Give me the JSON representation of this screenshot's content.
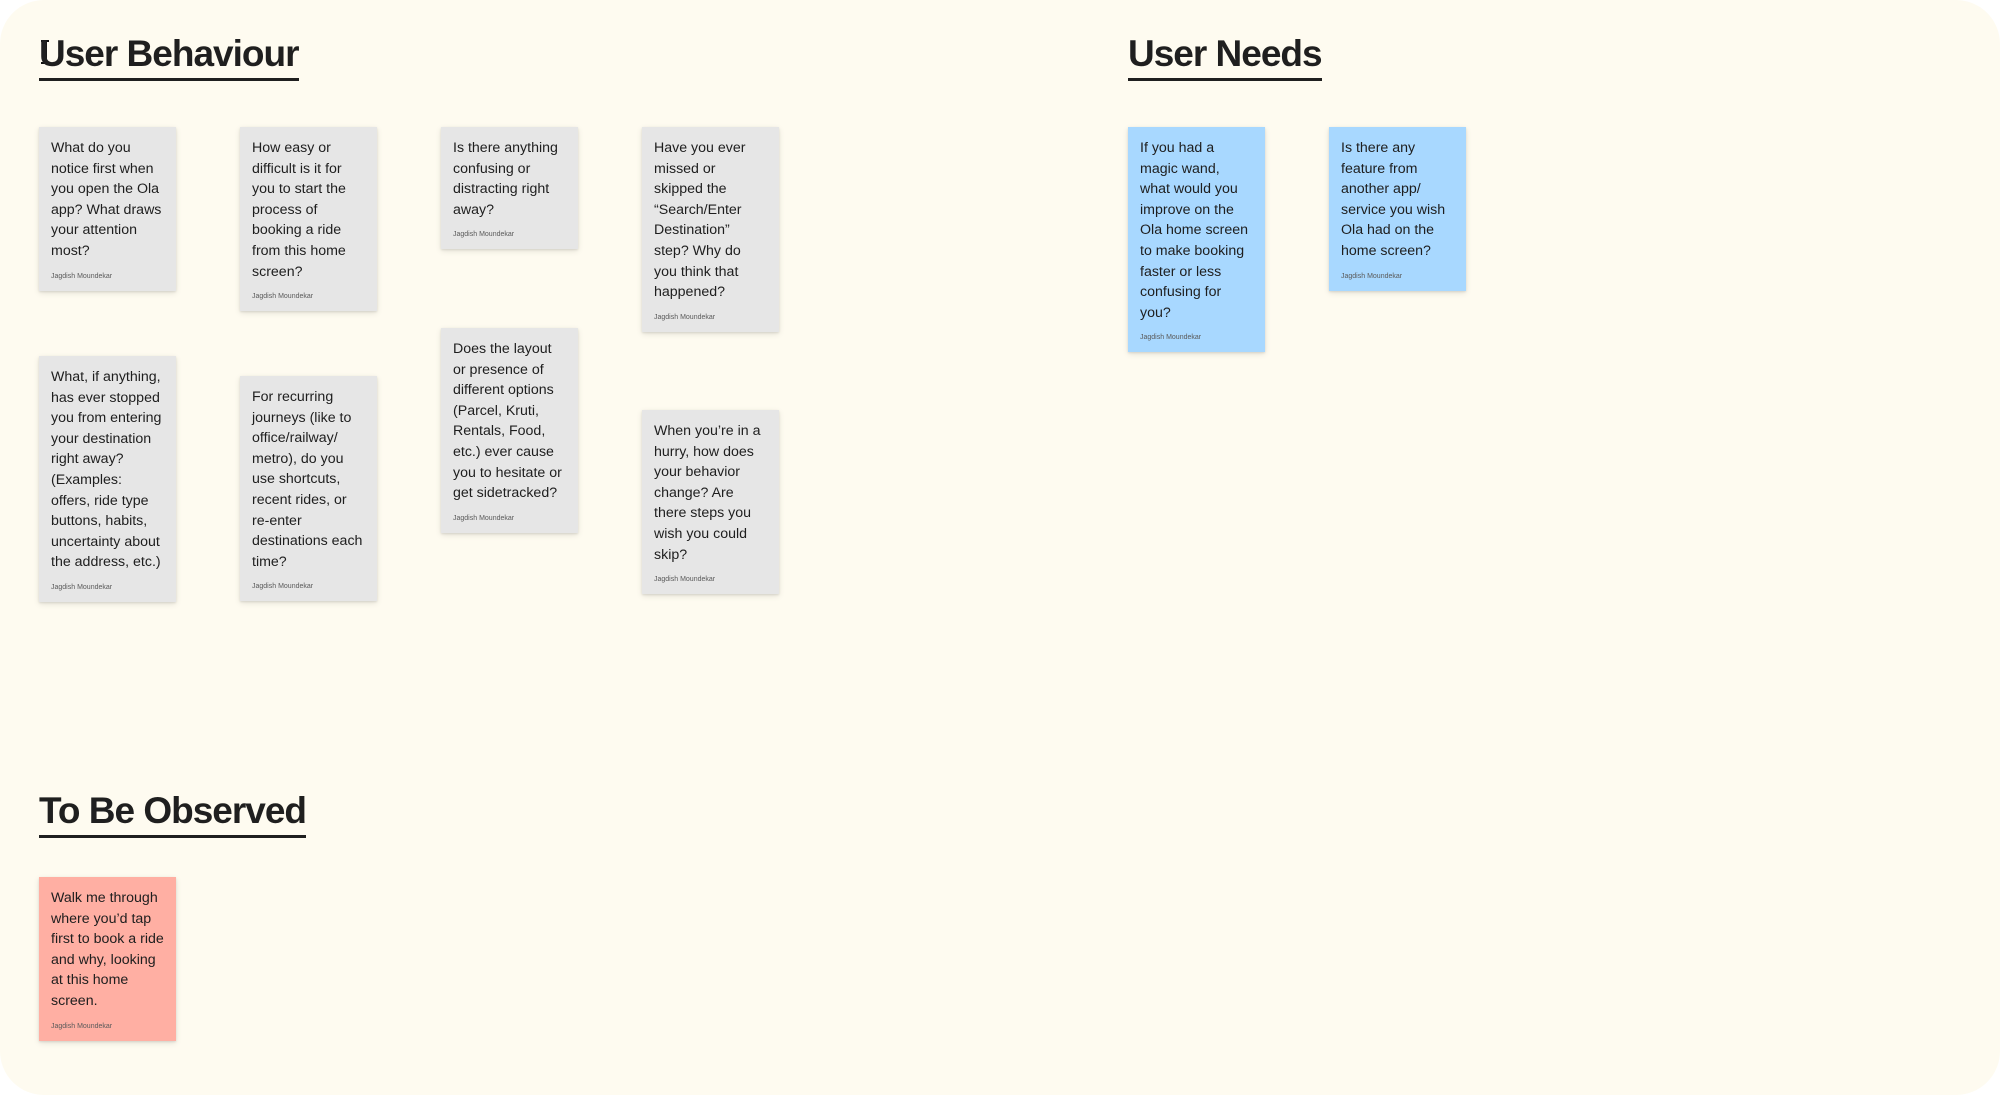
{
  "board": {
    "colors": {
      "background": "#fefbf0",
      "gray_note": "#e6e6e6",
      "blue_note": "#a8d8ff",
      "red_note": "#ffafa3",
      "heading": "#1f1f1f"
    },
    "sections": {
      "user_behaviour": {
        "title": "User Behaviour"
      },
      "user_needs": {
        "title": "User Needs"
      },
      "to_be_observed": {
        "title": "To Be Observed"
      }
    },
    "notes": {
      "b1": {
        "text": "What do you notice first when you open the Ola app? What draws your attention most?",
        "author": "Jagdish Moundekar"
      },
      "b2": {
        "text": "How easy or difficult is it for you to start the process of booking a ride from this home screen?",
        "author": "Jagdish Moundekar"
      },
      "b3": {
        "text": "Is there anything confusing or distracting right away?",
        "author": "Jagdish Moundekar"
      },
      "b4": {
        "text": "Have you ever missed or skipped the “Search/Enter Destination” step? Why do you think that happened?",
        "author": "Jagdish Moundekar"
      },
      "b5": {
        "text": "What, if anything, has ever stopped you from entering your destination right away? (Examples: offers, ride type buttons, habits, uncertainty about the address, etc.)",
        "author": "Jagdish Moundekar"
      },
      "b6": {
        "text": "For recurring journeys (like to office/railway/ metro), do you use shortcuts, recent rides, or re-enter destinations each time?",
        "author": "Jagdish Moundekar"
      },
      "b7": {
        "text": "Does the layout or presence of different options (Parcel, Kruti, Rentals, Food, etc.) ever cause you to hesitate or get sidetracked?",
        "author": "Jagdish Moundekar"
      },
      "b8": {
        "text": "When you’re in a hurry, how does your behavior change? Are there steps you wish you could skip?",
        "author": "Jagdish Moundekar"
      },
      "n1": {
        "text": "If you had a magic wand, what would you improve on the Ola home screen to make booking faster or less confusing for you?",
        "author": "Jagdish Moundekar"
      },
      "n2": {
        "text": "Is there any feature from another app/ service you wish Ola had on the home screen?",
        "author": "Jagdish Moundekar"
      },
      "o1": {
        "text": "Walk me through where you’d tap first to book a ride and why, looking at this home screen.",
        "author": "Jagdish Moundekar"
      }
    }
  }
}
